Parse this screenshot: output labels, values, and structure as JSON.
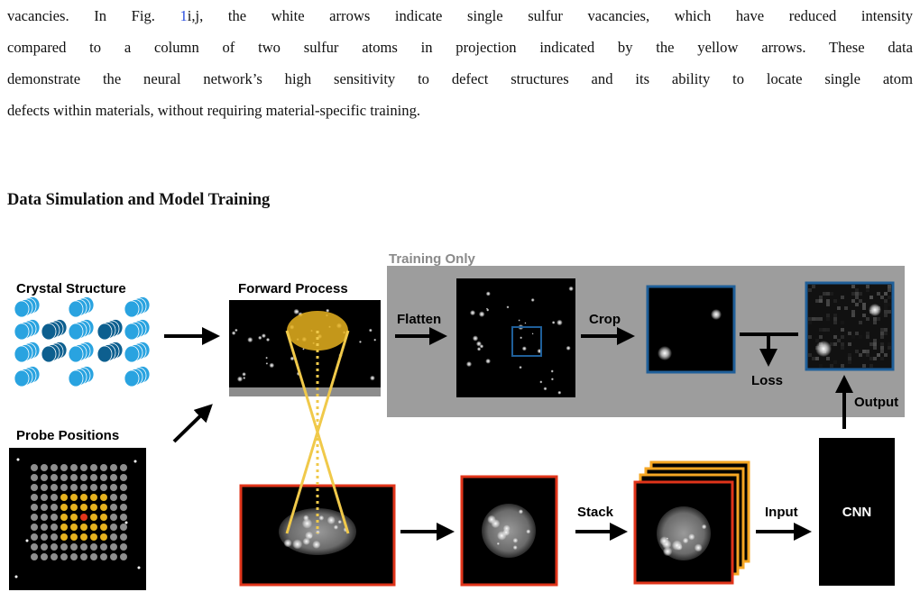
{
  "paragraph": {
    "line1": "vacancies.  In Fig. ",
    "fig_ref": "1",
    "line1_rest": "i,j, the white arrows indicate single sulfur vacancies, which have reduced intensity",
    "line2": "compared to a column of two sulfur atoms in projection indicated by the yellow arrows.  These data",
    "line3": "demonstrate the neural network’s high sensitivity to defect structures and its ability to locate single atom",
    "line4": "defects within materials, without requiring material-specific training."
  },
  "section_heading": "Data Simulation and Model Training",
  "figure": {
    "labels": {
      "training_only": "Training Only",
      "crystal_structure": "Crystal Structure",
      "forward_process": "Forward Process",
      "probe_positions": "Probe Positions",
      "flatten": "Flatten",
      "crop": "Crop",
      "loss": "Loss",
      "output": "Output",
      "stack": "Stack",
      "input": "Input",
      "cnn": "CNN"
    },
    "colors": {
      "atom_light": "#29a3e0",
      "atom_dark": "#0d5f8f",
      "beam_yellow": "#e6b21e",
      "frame_red": "#e0341a",
      "frame_orange": "#f5a623",
      "crop_blue": "#1f5f99",
      "training_bg": "#9d9d9d"
    }
  }
}
